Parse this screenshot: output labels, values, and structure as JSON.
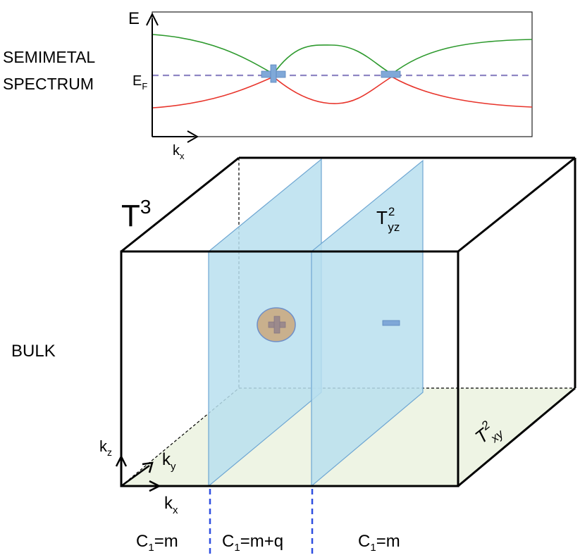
{
  "spectrum": {
    "title_line1": "SEMIMETAL",
    "title_line2": "SPECTRUM",
    "axis_e": "E",
    "fermi_main": "E",
    "fermi_sub": "F",
    "axis_k_main": "k",
    "axis_k_sub": "x",
    "upper_band_color": "#2e9a2e",
    "lower_band_color": "#e8352c",
    "fermi_line_color": "#8f86c4",
    "node_color": "#7fa8d8"
  },
  "bulk": {
    "section_label": "BULK",
    "torus_main": "T",
    "torus_sup": "3",
    "plane_yz_main": "T",
    "plane_yz_sup": "2",
    "plane_yz_sub": "yz",
    "plane_xy_main": "T",
    "plane_xy_sup": "2",
    "plane_xy_sub": "xy",
    "axis_kz_main": "k",
    "axis_kz_sub": "z",
    "axis_ky_main": "k",
    "axis_ky_sub": "y",
    "axis_kx_main": "k",
    "axis_kx_sub": "x",
    "plane_color": "#b9dfee",
    "floor_color": "#eef4e4",
    "charge_plus_color": "#c9b08d",
    "charge_minus_color": "#7fa8d8"
  },
  "chern": {
    "left_main": "C",
    "left_sub": "1",
    "left_value": "=m",
    "middle_main": "C",
    "middle_sub": "1",
    "middle_value": "=m+q",
    "right_main": "C",
    "right_sub": "1",
    "right_value": "=m",
    "divider_color": "#2f4fe0"
  }
}
